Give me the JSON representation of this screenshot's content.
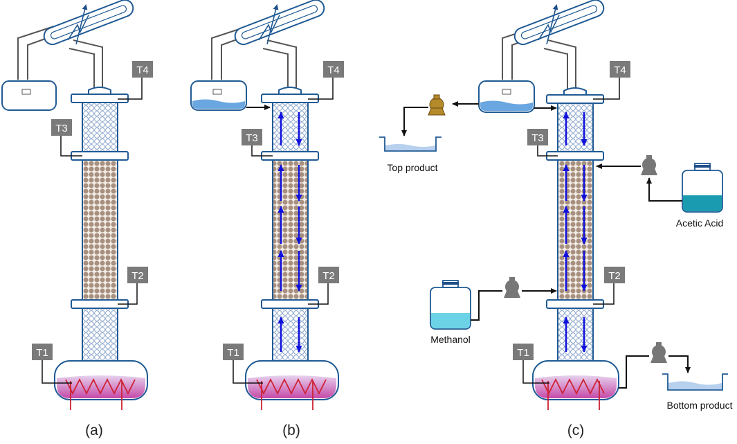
{
  "panels": [
    {
      "caption": "(a)",
      "sensors": [
        "T4",
        "T3",
        "T2",
        "T1"
      ]
    },
    {
      "caption": "(b)",
      "sensors": [
        "T4",
        "T3",
        "T2",
        "T1"
      ]
    },
    {
      "caption": "(c)",
      "sensors": [
        "T4",
        "T3",
        "T2",
        "T1"
      ]
    }
  ],
  "labels": {
    "top_product": "Top product",
    "acetic_acid": "Acetic Acid",
    "methanol": "Methanol",
    "bottom_product": "Bottom product"
  },
  "colors": {
    "vessel_outline": "#1f5a94",
    "mesh": "#6e8fc0",
    "packing": "#a89080",
    "flow_arrow": "#1111dd",
    "reboiler_liquid": "#c64aa8",
    "heater_coil": "#cc2233",
    "condensate": "#6aa6e0",
    "sensor_tag": "#7a7a7a",
    "pump_grey": "#777777",
    "pump_brown": "#b58a2a",
    "acetic_liquid": "#1a9bb0",
    "methanol_liquid": "#6cd3e6"
  }
}
